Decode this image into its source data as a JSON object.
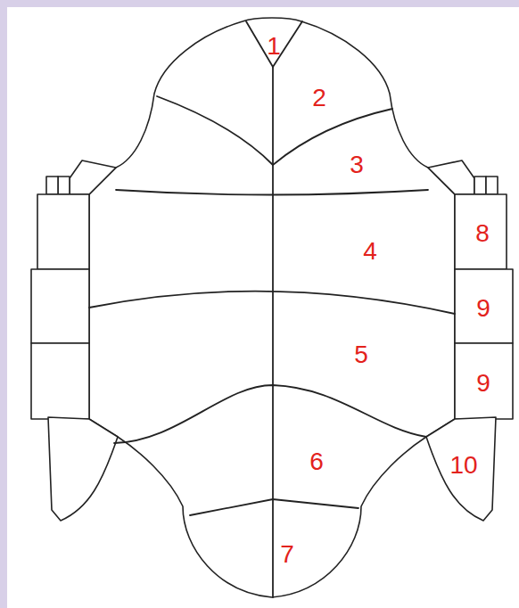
{
  "diagram": {
    "labels": [
      "1",
      "2",
      "3",
      "8",
      "4",
      "9",
      "5",
      "9",
      "6",
      "10",
      "7"
    ]
  }
}
